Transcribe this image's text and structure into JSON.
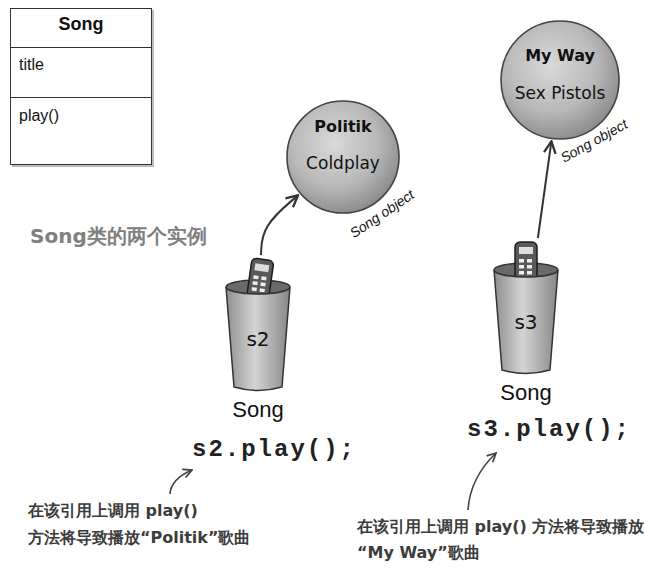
{
  "diagram": {
    "nodes": [
      {
        "text": [
          "Song",
          "title",
          "play()"
        ]
      },
      {
        "text": [
          "Politik",
          "Coldplay",
          "Song object"
        ]
      },
      {
        "text": [
          "My Way",
          "Sex Pistols",
          "Song object"
        ]
      },
      {
        "text": [
          "s2",
          "Song"
        ]
      },
      {
        "text": [
          "s3",
          "Song"
        ]
      }
    ],
    "edges": [
      {
        "from": 3,
        "to": 1,
        "arrow": "to"
      },
      {
        "from": 4,
        "to": 2,
        "arrow": "to"
      }
    ],
    "labels": [
      "Song类的两个实例",
      "s2.play();",
      "s3.play();",
      "在该引用上调用 play() 方法将导致播放“Politik”歌曲",
      "在该引用上调用 play() 方法将导致播放“My Way”歌曲"
    ]
  }
}
